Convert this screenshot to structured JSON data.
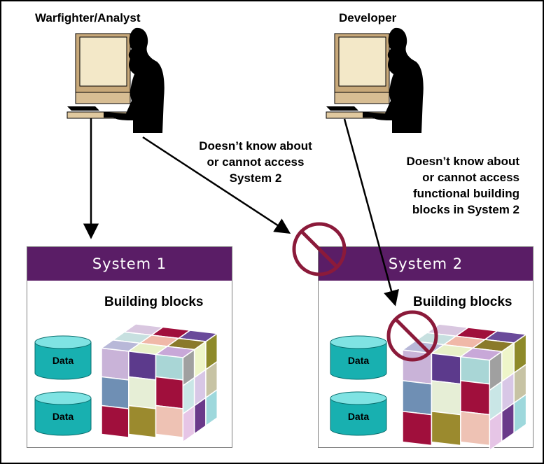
{
  "roles": {
    "warfighter": "Warfighter/Analyst",
    "developer": "Developer"
  },
  "notes": {
    "system2_access": [
      "Doesn’t know about",
      "or cannot access",
      "System 2"
    ],
    "blocks_access": [
      "Doesn’t know about",
      "or cannot access",
      "functional building",
      "blocks in System 2"
    ]
  },
  "systems": [
    {
      "header": "System 1",
      "blocks_label": "Building blocks",
      "databases": [
        "Data",
        "Data"
      ]
    },
    {
      "header": "System 2",
      "blocks_label": "Building blocks",
      "databases": [
        "Data",
        "Data"
      ]
    }
  ],
  "icons": {
    "user1": "person-at-computer-icon",
    "user2": "person-at-computer-icon",
    "no_access": "prohibited-icon",
    "database": "database-cylinder-icon",
    "cube": "building-blocks-cube-icon"
  },
  "colors": {
    "system_header": "#5a1d66",
    "prohibited": "#8b1a3a",
    "database": "#1fb4b4",
    "monitor": "#f3e8c8"
  }
}
